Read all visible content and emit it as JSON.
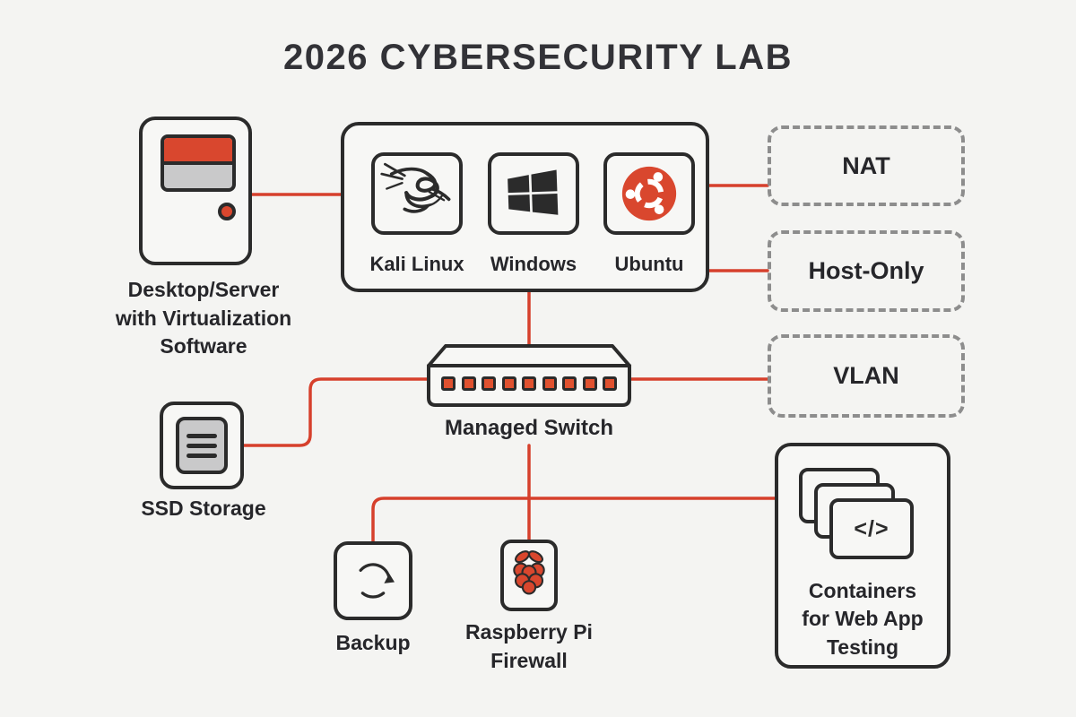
{
  "title": "2026 CYBERSECURITY LAB",
  "colors": {
    "background": "#f4f4f2",
    "panel": "#f7f7f5",
    "ink": "#2b2b2b",
    "text": "#26262a",
    "accent_red": "#d9472e",
    "line_red": "#d6402c",
    "gray_fill": "#c9c9ca",
    "dash_gray": "#8d8d8d"
  },
  "nodes": {
    "desktop": {
      "label_lines": [
        "Desktop/Server",
        "with Virtualization",
        "Software"
      ],
      "icon": "desktop-tower-icon"
    },
    "vm_group": {
      "items": [
        {
          "label": "Kali Linux",
          "icon": "kali-dragon-icon"
        },
        {
          "label": "Windows",
          "icon": "windows-logo-icon"
        },
        {
          "label": "Ubuntu",
          "icon": "ubuntu-logo-icon"
        }
      ]
    },
    "networks": [
      {
        "label": "NAT"
      },
      {
        "label": "Host-Only"
      },
      {
        "label": "VLAN"
      }
    ],
    "switch": {
      "label": "Managed Switch",
      "port_count": 9
    },
    "ssd": {
      "label": "SSD Storage",
      "icon": "ssd-drive-icon"
    },
    "backup": {
      "label": "Backup",
      "icon": "sync-arrows-icon"
    },
    "rpi": {
      "label_lines": [
        "Raspberry Pi",
        "Firewall"
      ],
      "icon": "raspberry-icon"
    },
    "containers": {
      "label_lines": [
        "Containers",
        "for Web App",
        "Testing"
      ],
      "code_glyph": "</>",
      "icon": "stacked-cards-code-icon"
    }
  }
}
